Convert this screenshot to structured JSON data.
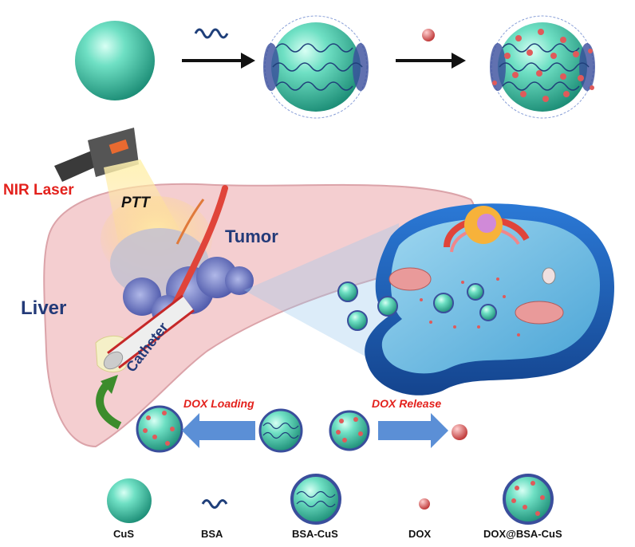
{
  "labels": {
    "nir_laser": "NIR Laser",
    "ptt": "PTT",
    "tumor": "Tumor",
    "liver": "Liver",
    "catheter": "Catheter",
    "dox_loading": "DOX  Loading",
    "dox_release": "DOX  Release"
  },
  "legend": {
    "cus": "CuS",
    "bsa": "BSA",
    "bsa_cus": "BSA-CuS",
    "dox": "DOX",
    "dox_bsa_cus": "DOX@BSA-CuS"
  },
  "colors": {
    "cus": "#5fd6b8",
    "bsa": "#1f3f7a",
    "dox": "#e05a5a",
    "arrow": "#5b8fd6",
    "label_red": "#e3211c",
    "label_navy": "#233a78"
  }
}
